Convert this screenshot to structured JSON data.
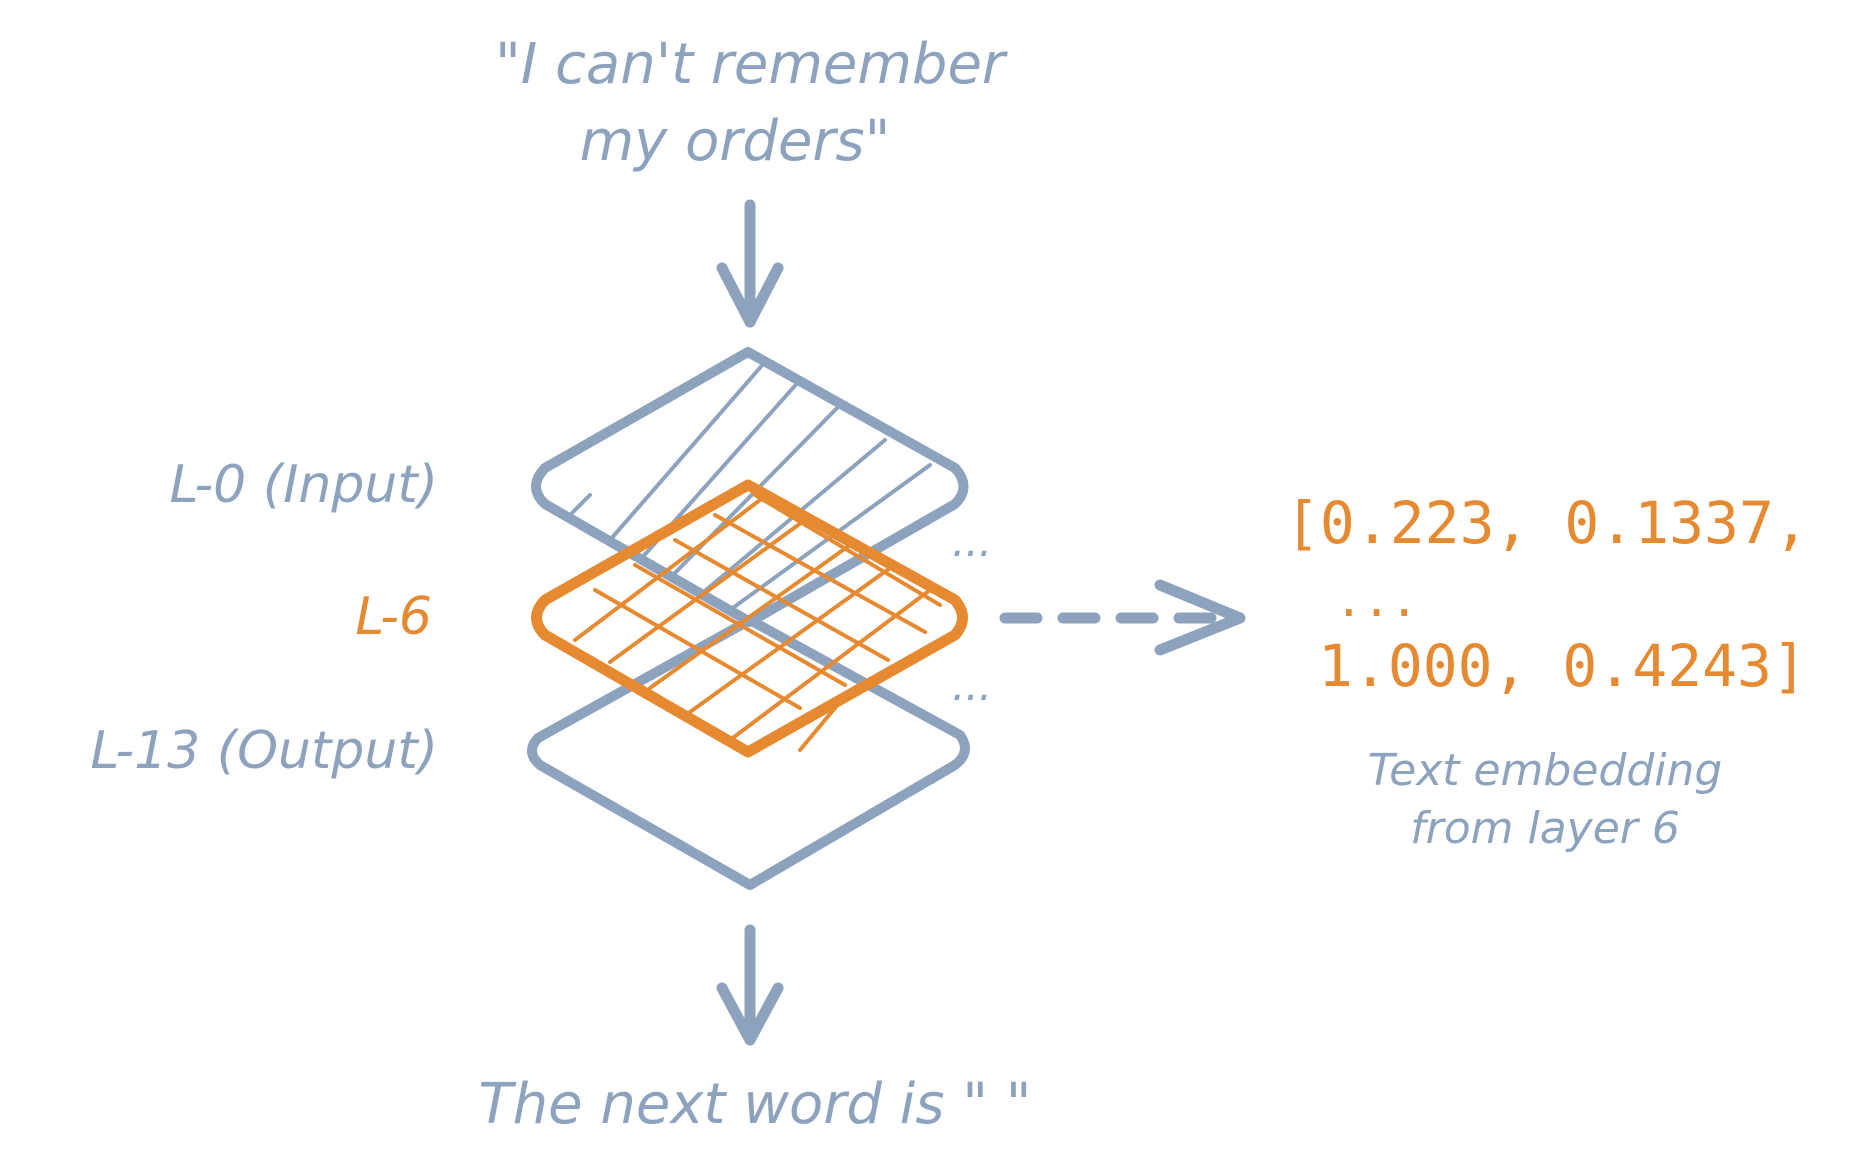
{
  "input_text": {
    "line1": "\"I can't remember",
    "line2": "my orders\""
  },
  "layers": {
    "input_label": "L-0 (Input)",
    "middle_label": "L-6",
    "output_label": "L-13 (Output)",
    "ellipsis_upper": "...",
    "ellipsis_lower": "..."
  },
  "embedding": {
    "line1": "[0.223, 0.1337,",
    "line2": "...",
    "line3": "1.000, 0.4243]",
    "caption_line1": "Text embedding",
    "caption_line2": "from layer 6"
  },
  "output_text": "The next word is \" \"",
  "colors": {
    "blue": "#8da3bd",
    "orange": "#e68a32",
    "background": "#ffffff"
  }
}
